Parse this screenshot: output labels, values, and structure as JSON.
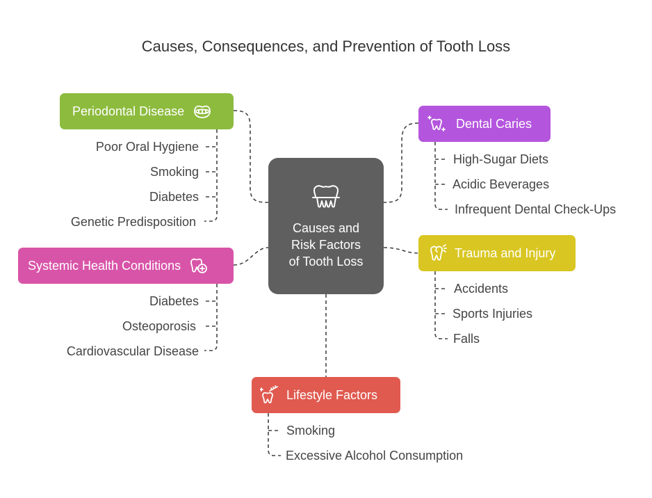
{
  "title": "Causes, Consequences, and Prevention of Tooth Loss",
  "center": {
    "label": "Causes and Risk Factors of Tooth Loss",
    "icon": "teeth-icon",
    "color": "#5f5f5f"
  },
  "branches": {
    "periodontal": {
      "label": "Periodontal Disease",
      "icon": "mouth-icon",
      "color": "#8dbb3e",
      "items": [
        "Poor Oral Hygiene",
        "Smoking",
        "Diabetes",
        "Genetic Predisposition"
      ]
    },
    "caries": {
      "label": "Dental Caries",
      "icon": "sparkle-tooth-icon",
      "color": "#b455de",
      "items": [
        "High-Sugar Diets",
        "Acidic Beverages",
        "Infrequent Dental Check-Ups"
      ]
    },
    "systemic": {
      "label": "Systemic Health Conditions",
      "icon": "tooth-medical-icon",
      "color": "#d854a8",
      "items": [
        "Diabetes",
        "Osteoporosis",
        "Cardiovascular Disease"
      ]
    },
    "trauma": {
      "label": "Trauma and Injury",
      "icon": "tooth-crack-icon",
      "color": "#d9c622",
      "items": [
        "Accidents",
        "Sports Injuries",
        "Falls"
      ]
    },
    "lifestyle": {
      "label": "Lifestyle Factors",
      "icon": "toothbrush-tooth-icon",
      "color": "#e05a50",
      "items": [
        "Smoking",
        "Excessive Alcohol Consumption"
      ]
    }
  }
}
